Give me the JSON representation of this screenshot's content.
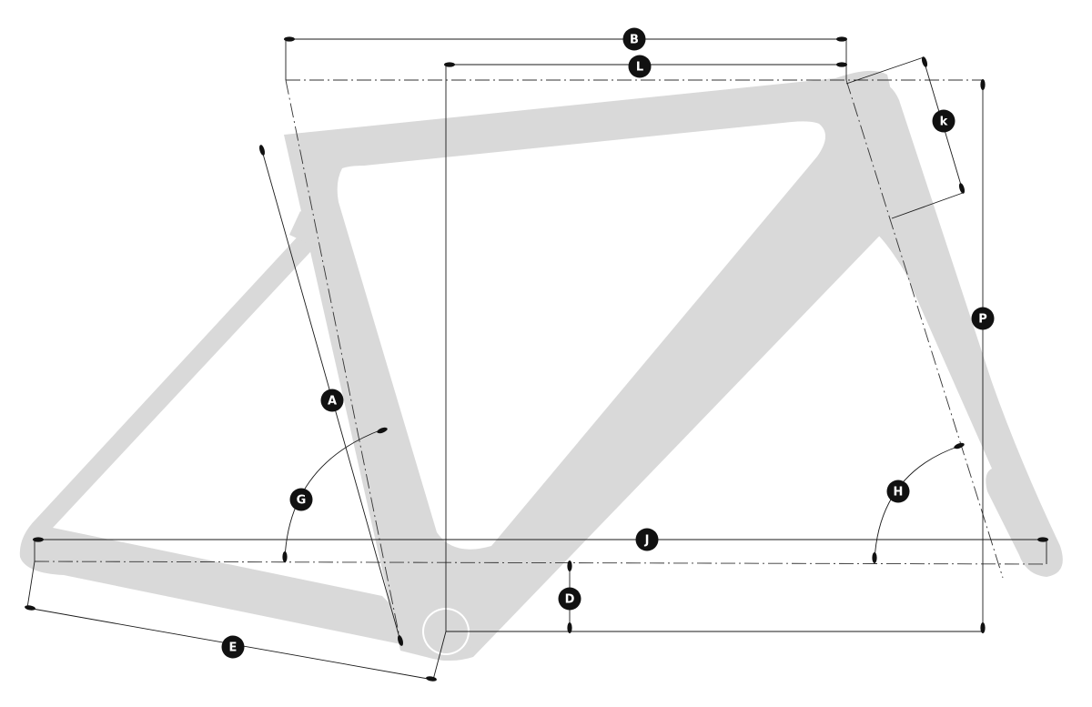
{
  "colors": {
    "frame": "#d9d9d9",
    "lines": "#1a1a1a",
    "badges": "#111111",
    "badge_text": "#ffffff"
  },
  "labels": {
    "A": "A",
    "B": "B",
    "D": "D",
    "E": "E",
    "G": "G",
    "H": "H",
    "J": "J",
    "k": "k",
    "L": "L",
    "P": "P"
  }
}
